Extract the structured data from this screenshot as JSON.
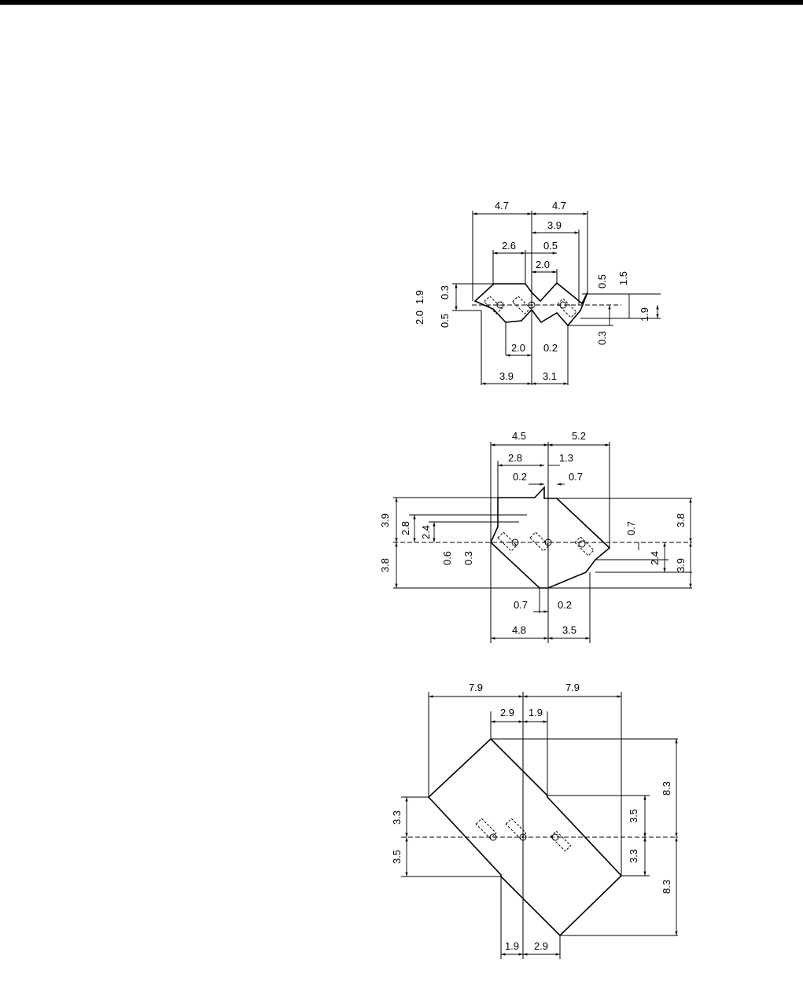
{
  "diagram_1": {
    "top": [
      "4.7",
      "4.7",
      "3.9",
      "2.6",
      "0.5",
      "2.0"
    ],
    "left": [
      "1.9",
      "0.3",
      "2.0",
      "0.5"
    ],
    "right": [
      "0.5",
      "1.5",
      "1.9",
      "0.3"
    ],
    "bottom": [
      "2.0",
      "0.2",
      "3.9",
      "3.1"
    ]
  },
  "diagram_2": {
    "top": [
      "4.5",
      "5.2",
      "2.8",
      "1.3",
      "0.2",
      "0.7"
    ],
    "left": [
      "3.9",
      "2.8",
      "2.4",
      "3.8",
      "0.6",
      "0.3"
    ],
    "right": [
      "0.7",
      "3.8",
      "2.4",
      "3.9"
    ],
    "bottom": [
      "0.7",
      "0.2",
      "4.8",
      "3.5"
    ]
  },
  "diagram_3": {
    "top": [
      "7.9",
      "7.9",
      "2.9",
      "1.9"
    ],
    "left": [
      "3.3",
      "3.5"
    ],
    "right": [
      "3.5",
      "3.3",
      "8.3",
      "8.3"
    ],
    "bottom": [
      "1.9",
      "2.9"
    ]
  }
}
